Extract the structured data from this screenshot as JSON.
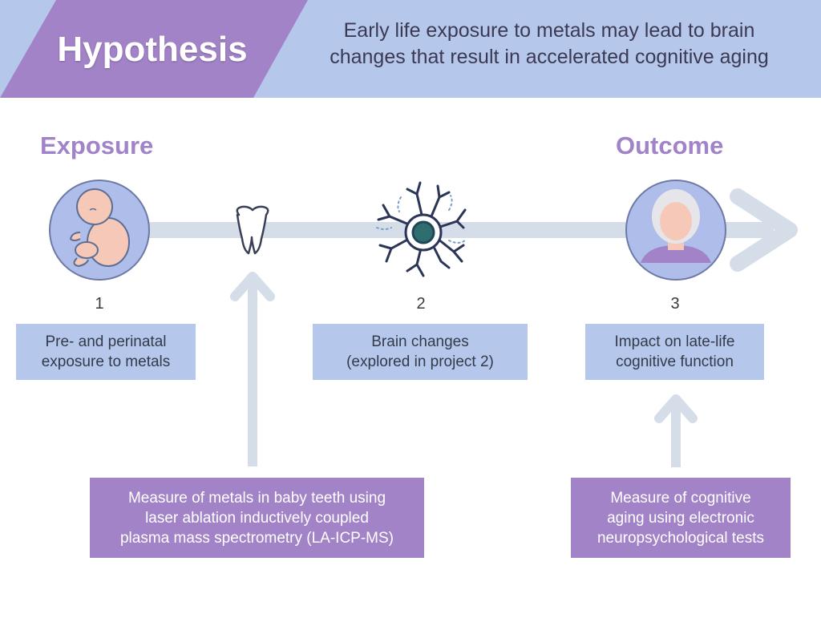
{
  "header": {
    "title": "Hypothesis",
    "statement_line1": "Early life exposure to metals may lead to brain",
    "statement_line2": "changes that result in accelerated cognitive aging",
    "colors": {
      "title_band": "#a283c8",
      "statement_band": "#b6c7ec"
    }
  },
  "timeline": {
    "start_label": "Exposure",
    "end_label": "Outcome",
    "arrow_color": "#d5dde8"
  },
  "stages": [
    {
      "number": "1",
      "line1": "Pre- and perinatal",
      "line2": "exposure to metals",
      "icon": "fetus-icon"
    },
    {
      "number": "2",
      "line1": "Brain changes",
      "line2": "(explored in project 2)",
      "icon": "neuron-icon"
    },
    {
      "number": "3",
      "line1": "Impact on late-life",
      "line2": "cognitive function",
      "icon": "elderly-person-icon"
    }
  ],
  "measurements": {
    "teeth": {
      "line1": "Measure of metals in baby teeth using",
      "line2": "laser ablation inductively coupled",
      "line3": "plasma mass spectrometry (LA-ICP-MS)",
      "icon": "tooth-icon"
    },
    "cognition": {
      "line1": "Measure of cognitive",
      "line2": "aging using electronic",
      "line3": "neuropsychological tests"
    }
  },
  "colors": {
    "purple": "#a283c8",
    "blue_box": "#b6c7ec",
    "circle_fill": "#aebde9",
    "title_purple": "#a083c8"
  }
}
